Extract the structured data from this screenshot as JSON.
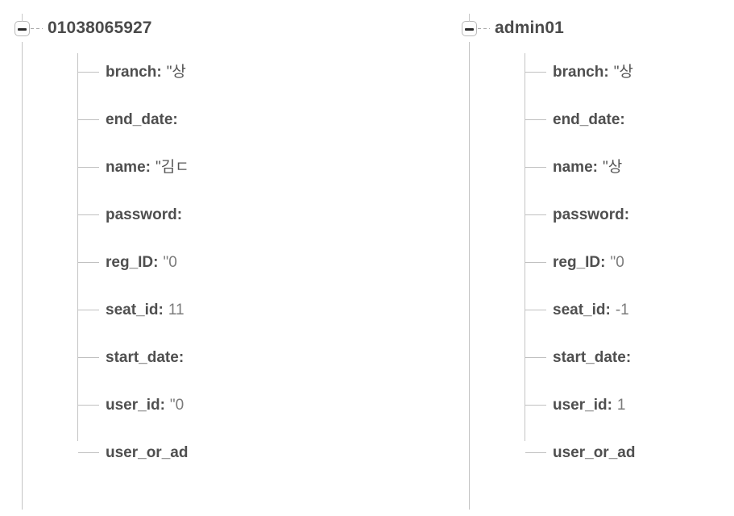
{
  "view": {
    "name": "firebase-realtime-database-tree",
    "background_color": "#ffffff",
    "line_color": "#c4c4c4",
    "key_color": "#4f4f4f",
    "value_color": "#7b7b7b"
  },
  "columns": [
    {
      "id": "node-01038065927",
      "toggle_icon": "minus-icon",
      "toggle_state": "expanded",
      "root_label": "01038065927",
      "children": [
        {
          "key": "branch",
          "colon": ":",
          "value": "\"상"
        },
        {
          "key": "end_date",
          "colon": ":",
          "value": ""
        },
        {
          "key": "name",
          "colon": ":",
          "value": "\"김ㄷ"
        },
        {
          "key": "password",
          "colon": ":",
          "value": ""
        },
        {
          "key": "reg_ID",
          "colon": ":",
          "value": "\"0"
        },
        {
          "key": "seat_id",
          "colon": ":",
          "value": "11"
        },
        {
          "key": "start_date",
          "colon": ":",
          "value": ""
        },
        {
          "key": "user_id",
          "colon": ":",
          "value": "\"0"
        },
        {
          "key": "user_or_ad",
          "colon": "",
          "value": ""
        }
      ]
    },
    {
      "id": "node-admin01",
      "toggle_icon": "minus-icon",
      "toggle_state": "expanded",
      "root_label": "admin01",
      "children": [
        {
          "key": "branch",
          "colon": ":",
          "value": "\"상"
        },
        {
          "key": "end_date",
          "colon": ":",
          "value": ""
        },
        {
          "key": "name",
          "colon": ":",
          "value": "\"상"
        },
        {
          "key": "password",
          "colon": ":",
          "value": ""
        },
        {
          "key": "reg_ID",
          "colon": ":",
          "value": "\"0"
        },
        {
          "key": "seat_id",
          "colon": ":",
          "value": "-1"
        },
        {
          "key": "start_date",
          "colon": ":",
          "value": ""
        },
        {
          "key": "user_id",
          "colon": ":",
          "value": "1"
        },
        {
          "key": "user_or_ad",
          "colon": "",
          "value": ""
        }
      ]
    }
  ]
}
